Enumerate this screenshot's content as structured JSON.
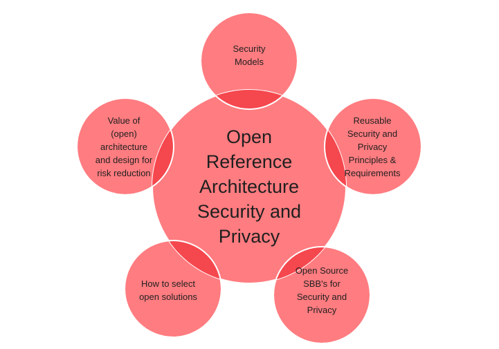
{
  "diagram": {
    "center": {
      "label": "Open\nReference\nArchitecture\nSecurity and\nPrivacy"
    },
    "satellites": [
      {
        "id": "security-models",
        "label": "Security\nModels"
      },
      {
        "id": "reusable-principles",
        "label": "Reusable\nSecurity and\nPrivacy\nPrinciples &\nRequirements"
      },
      {
        "id": "open-source-sbbs",
        "label": "Open Source\nSBB's for\nSecurity and\nPrivacy"
      },
      {
        "id": "select-open-solutions",
        "label": "How to select\nopen solutions"
      },
      {
        "id": "value-open-architecture",
        "label": "Value of\n(open)\narchitecture\nand design for\nrisk reduction"
      }
    ],
    "colors": {
      "circle_fill": "#ff7c80",
      "overlap_fill": "#f5474e",
      "circle_stroke": "#ffffff",
      "text": "#1f1f1f"
    }
  }
}
